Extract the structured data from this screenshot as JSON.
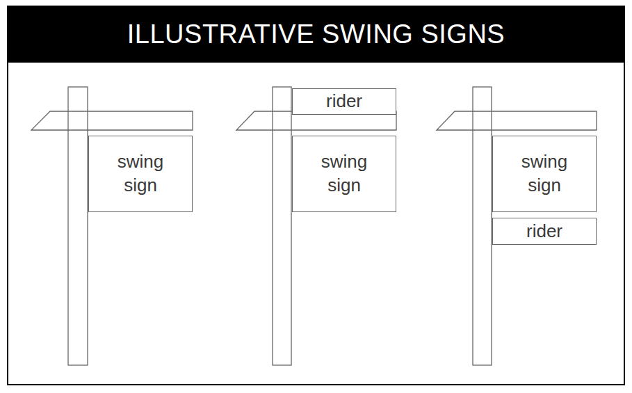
{
  "diagram": {
    "title": "ILLUSTRATIVE SWING SIGNS",
    "nodes": [
      {
        "text": [
          "swing sign"
        ]
      },
      {
        "text": [
          "rider"
        ]
      },
      {
        "text": [
          "swing sign"
        ]
      },
      {
        "text": [
          "swing sign"
        ]
      },
      {
        "text": [
          "rider"
        ]
      }
    ]
  }
}
